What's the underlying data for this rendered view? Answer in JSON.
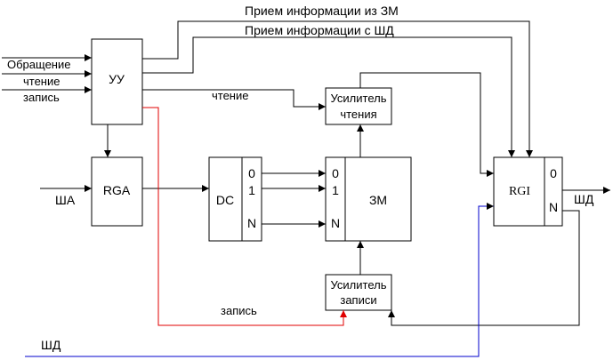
{
  "top_inputs": {
    "info_from_memory": "Прием информации из ЗМ",
    "info_from_bus": "Прием информации с ШД"
  },
  "control_unit": {
    "title": "УУ",
    "inputs": [
      "Обращение",
      "чтение",
      "запись"
    ],
    "read_output": "чтение"
  },
  "rga": {
    "title": "RGA",
    "input": "ША"
  },
  "decoder": {
    "title": "DC",
    "outputs": [
      "0",
      "1",
      "N"
    ]
  },
  "memory": {
    "title": "ЗМ",
    "rows": [
      "0",
      "1",
      "N"
    ]
  },
  "read_amp": {
    "line1": "Усилитель",
    "line2": "чтения"
  },
  "write_amp": {
    "line1": "Усилитель",
    "line2": "записи"
  },
  "write_signal": "запись",
  "rgi": {
    "title": "RGI",
    "bits": [
      "0",
      "N"
    ],
    "output": "ШД"
  },
  "data_bus_input": "ШД",
  "colors": {
    "write_path": "#e00000",
    "bus_path": "#0000cc"
  }
}
